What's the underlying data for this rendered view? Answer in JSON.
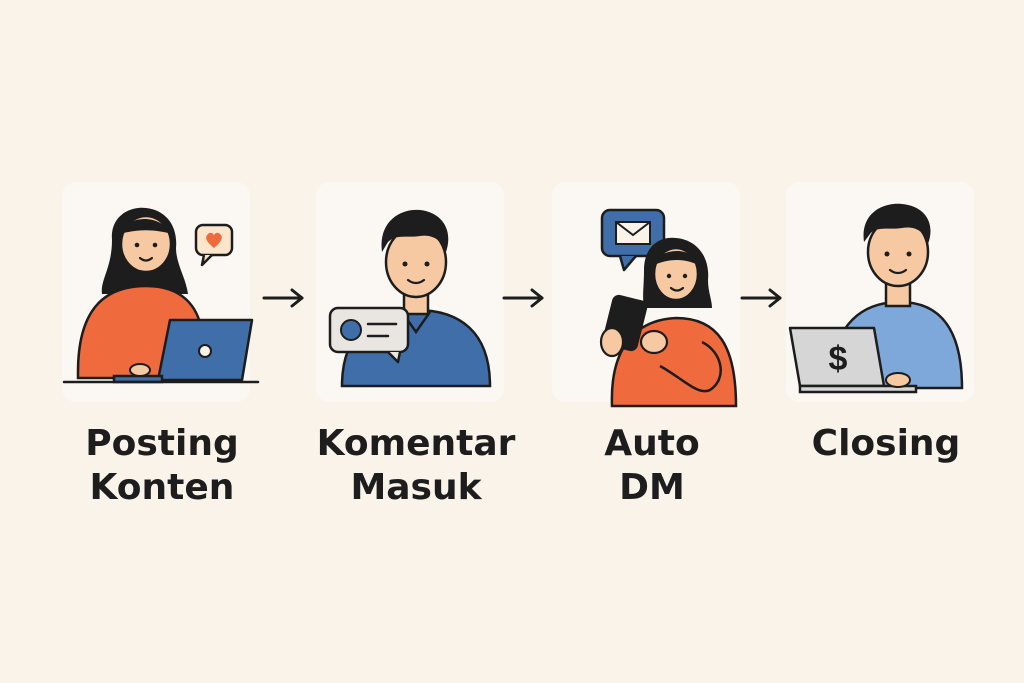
{
  "steps": [
    {
      "id": "posting",
      "line1": "Posting",
      "line2": "Konten"
    },
    {
      "id": "komentar",
      "line1": "Komentar",
      "line2": "Masuk"
    },
    {
      "id": "autodm",
      "line1": "Auto",
      "line2": "DM"
    },
    {
      "id": "closing",
      "line1": "Closing",
      "line2": ""
    }
  ],
  "icons": {
    "step1": [
      "woman-icon",
      "laptop-icon",
      "heart-speech-bubble-icon"
    ],
    "step2": [
      "man-icon",
      "comment-bubble-icon"
    ],
    "step3": [
      "woman-icon",
      "smartphone-icon",
      "mail-speech-bubble-icon"
    ],
    "step4": [
      "man-icon",
      "laptop-icon",
      "dollar-sign-icon"
    ]
  },
  "labels_in_figure": {
    "dollar": "$"
  },
  "colors": {
    "background": "#faf3ea",
    "orange": "#ef6a3c",
    "blue": "#3f6ea8",
    "light_blue": "#7ea7da",
    "outline": "#1d1d1d",
    "skin": "#f6c9a3"
  }
}
